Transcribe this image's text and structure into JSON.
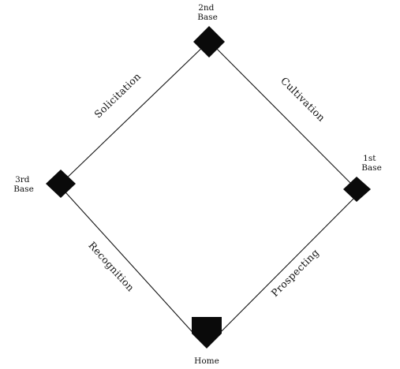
{
  "bases": {
    "second": {
      "line1": "2nd",
      "line2": "Base"
    },
    "first": {
      "line1": "1st",
      "line2": "Base"
    },
    "third": {
      "line1": "3rd",
      "line2": "Base"
    },
    "home": {
      "label": "Home"
    }
  },
  "paths": {
    "top_left": "Solicitation",
    "top_right": "Cultivation",
    "bottom_left": "Recognition",
    "bottom_right": "Prospecting"
  }
}
